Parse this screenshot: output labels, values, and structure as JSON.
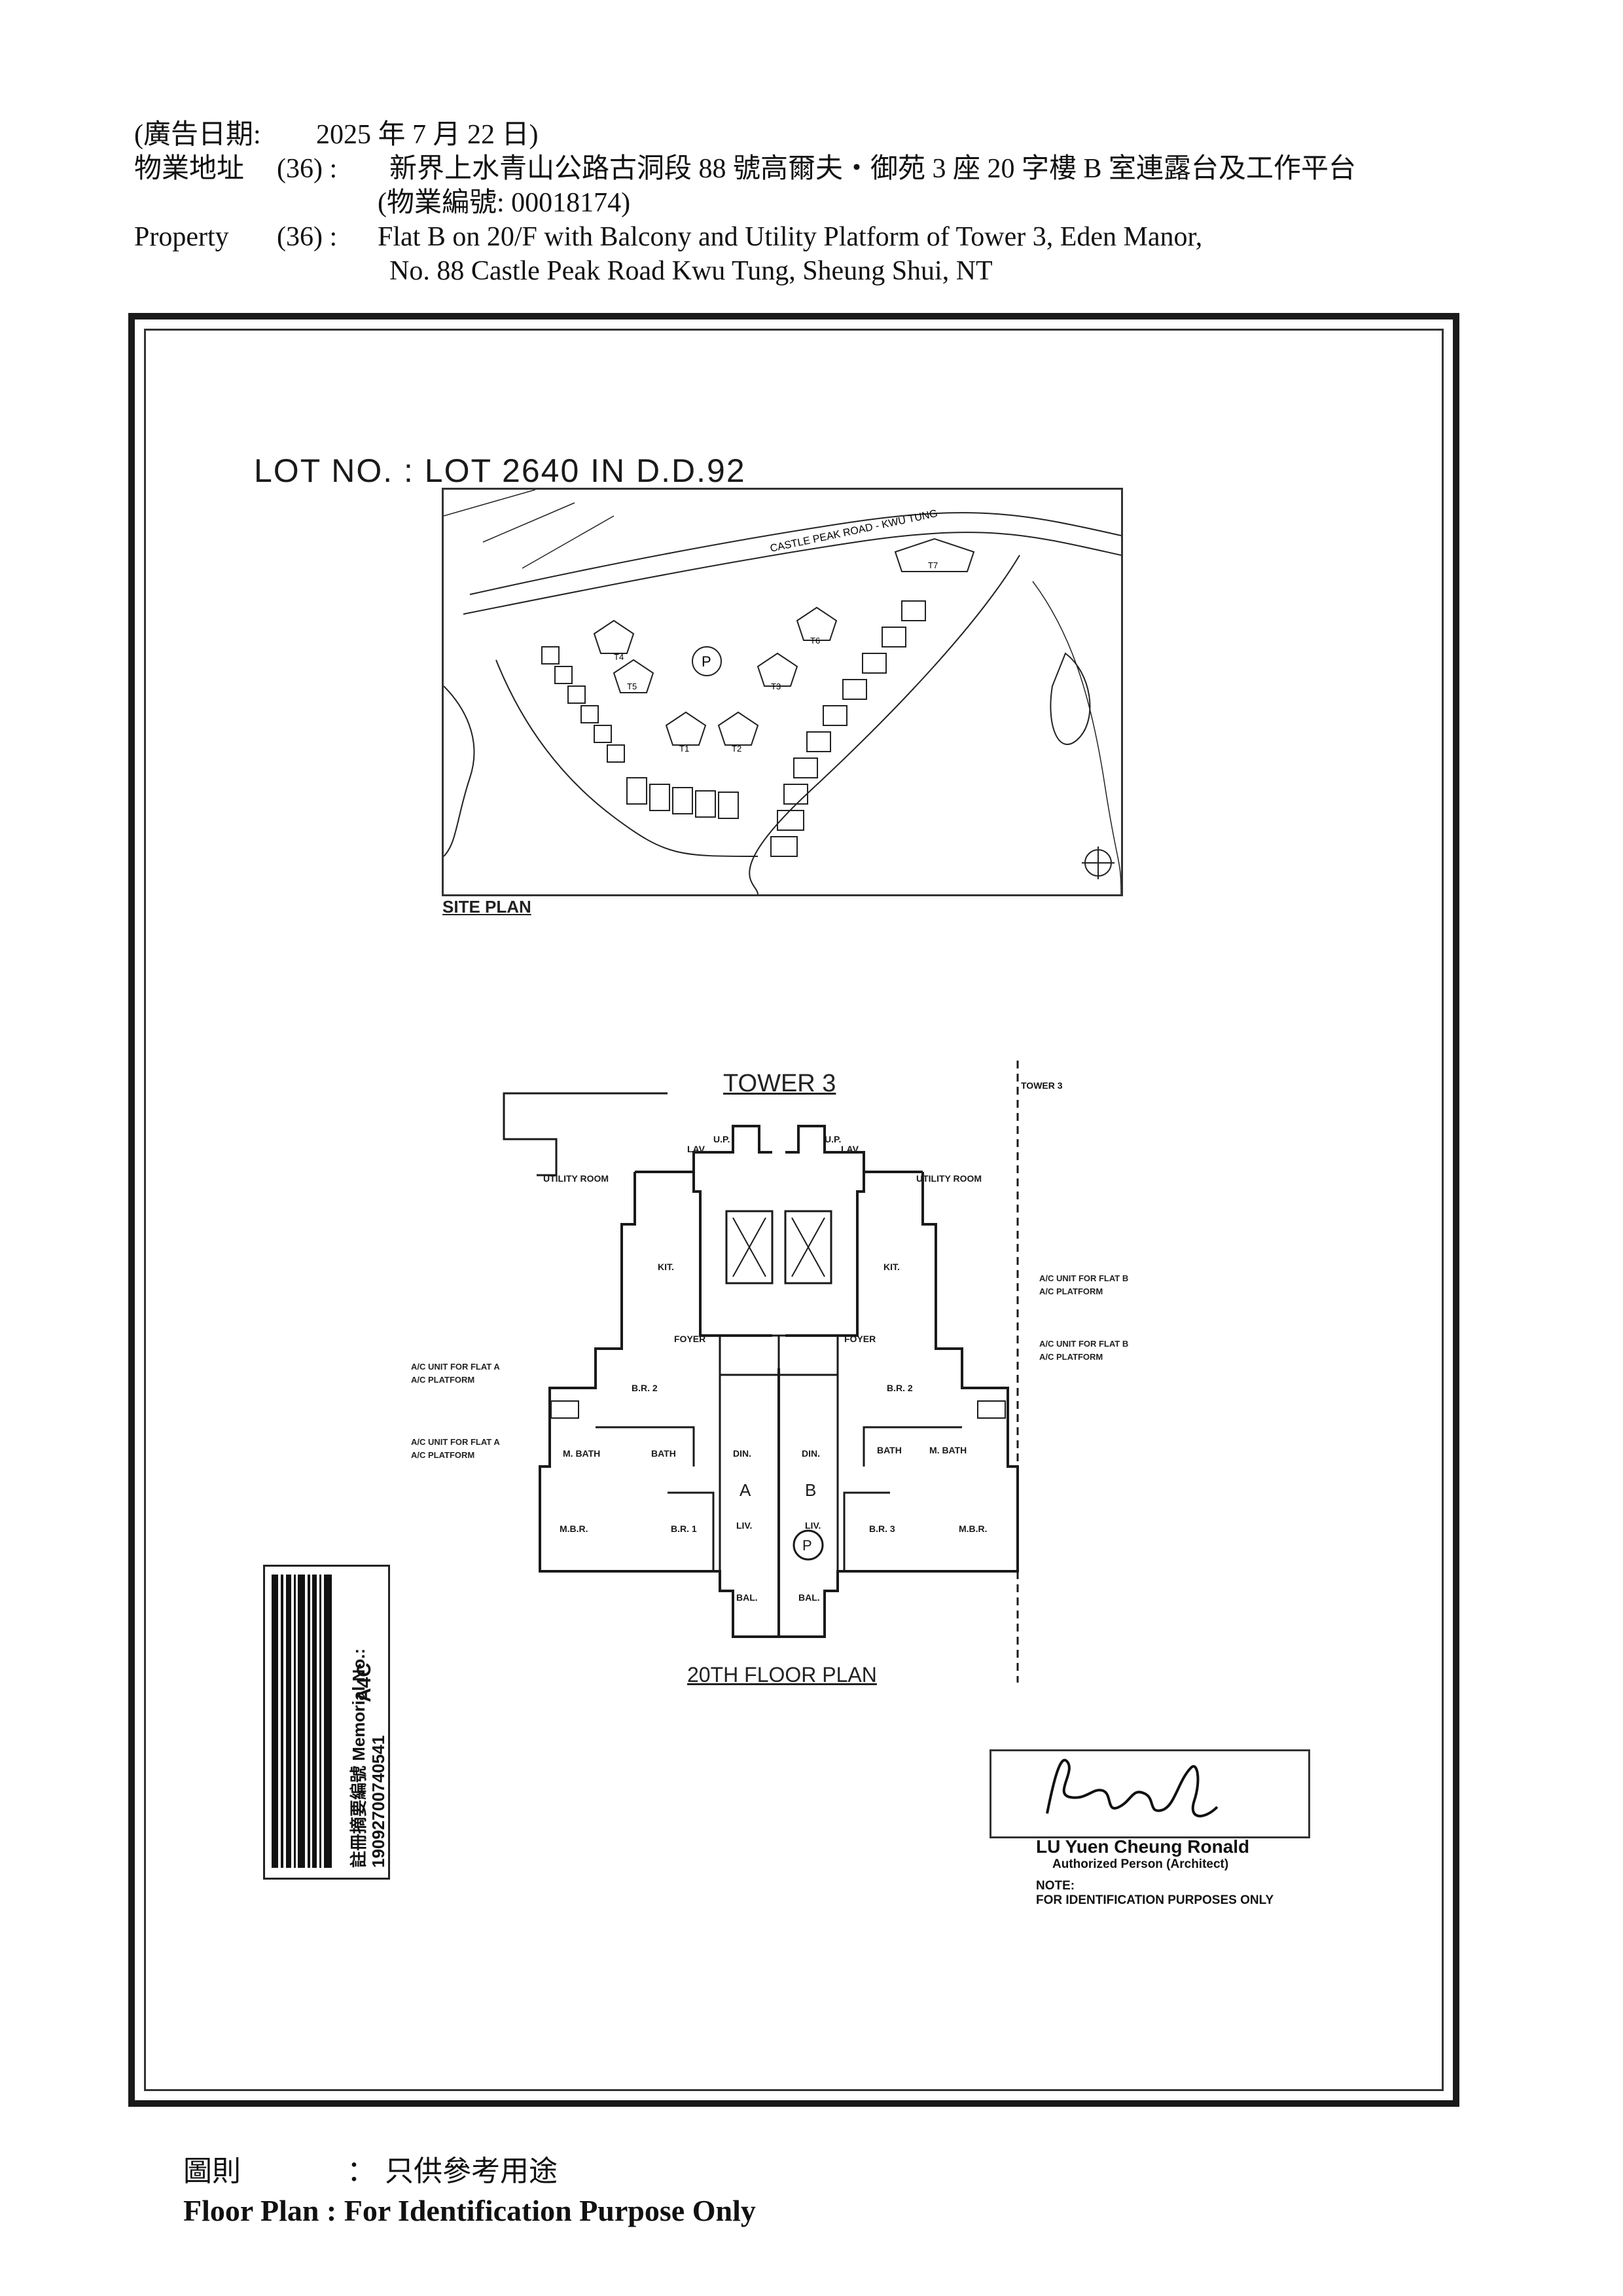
{
  "header": {
    "date_label": "(廣告日期:",
    "date_value": "2025 年 7 月 22 日)",
    "address_cn_label": "物業地址",
    "address_cn_index": "(36) :",
    "address_cn_value": "新界上水青山公路古洞段 88 號高爾夫‧御苑 3 座 20 字樓 B 室連露台及工作平台",
    "property_code": "(物業編號: 00018174)",
    "property_en_label": "Property",
    "property_en_index": "(36) :",
    "property_en_line1": "Flat B on 20/F with Balcony and Utility Platform of Tower 3, Eden Manor,",
    "property_en_line2": "No. 88 Castle Peak Road Kwu Tung, Sheung Shui, NT"
  },
  "plan": {
    "lot_no": "LOT NO. : LOT 2640 IN D.D.92",
    "site_plan_label": "SITE PLAN",
    "site_road": "CASTLE PEAK ROAD - KWU TUNG",
    "site_towers": [
      "T1",
      "T2",
      "T3",
      "T4",
      "T5",
      "T6",
      "T7"
    ],
    "site_parking": "P",
    "tower_label": "TOWER 3",
    "tower_right_label": "TOWER 3",
    "floor_plan_label": "20TH FLOOR PLAN",
    "rooms": {
      "utility_left": "UTILITY ROOM",
      "utility_right": "UTILITY ROOM",
      "lav": "LAV.",
      "up": "U.P.",
      "kit": "KIT.",
      "foyer": "FOYER",
      "br2": "B.R. 2",
      "m_bath": "M. BATH",
      "bath": "BATH",
      "din": "DIN.",
      "mbr": "M.B.R.",
      "br1": "B.R. 1",
      "br3": "B.R. 3",
      "liv": "LIV.",
      "bal": "BAL.",
      "flat_a": "A",
      "flat_b": "B",
      "parking": "P"
    },
    "callouts": {
      "ac_unit_a1": "A/C UNIT FOR FLAT A",
      "ac_platform_a1": "A/C PLATFORM",
      "ac_unit_a2": "A/C UNIT FOR FLAT A",
      "ac_platform_a2": "A/C PLATFORM",
      "ac_unit_b1": "A/C UNIT FOR FLAT B",
      "ac_platform_b1": "A/C PLATFORM",
      "ac_unit_b2": "A/C UNIT FOR FLAT B",
      "ac_platform_b2": "A/C PLATFORM"
    }
  },
  "barcode": {
    "label": "註冊摘要編號 Memorial No.:",
    "number": "19092700740541",
    "code": "A4C"
  },
  "signature": {
    "name": "LU Yuen Cheung Ronald",
    "title": "Authorized Person (Architect)",
    "note_label": "NOTE:",
    "note_text": "FOR IDENTIFICATION PURPOSES ONLY"
  },
  "footer": {
    "cn_label": "圖則",
    "cn_value": "： 只供參考用途",
    "en": "Floor Plan : For Identification Purpose Only"
  }
}
